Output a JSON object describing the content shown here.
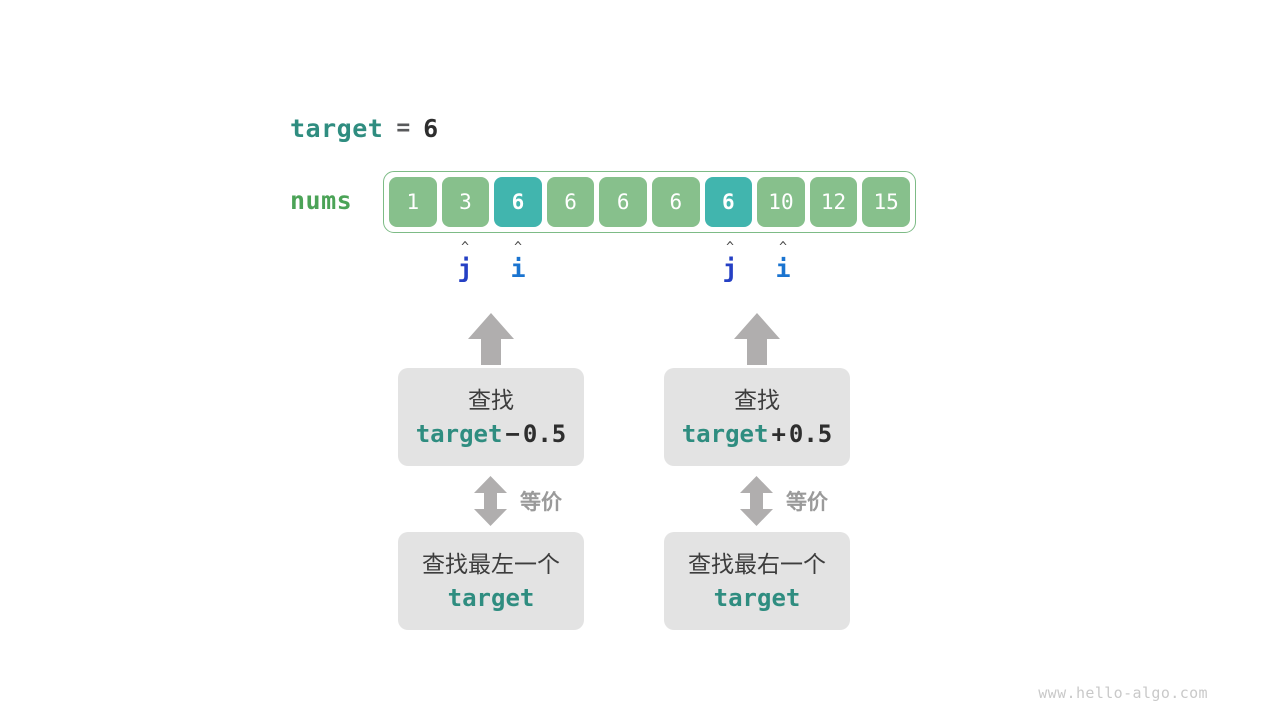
{
  "target_line": {
    "keyword": "target",
    "equals": "=",
    "value": "6"
  },
  "array": {
    "label": "nums",
    "values": [
      "1",
      "3",
      "6",
      "6",
      "6",
      "6",
      "6",
      "10",
      "12",
      "15"
    ],
    "highlighted_indices": [
      2,
      6
    ],
    "cell_color": "#87c08c",
    "highlight_color": "#41b5ae",
    "frame_border_color": "#7dbb86"
  },
  "pointers": [
    {
      "name": "j",
      "caret": "^",
      "index": 1,
      "color": "#2540c4"
    },
    {
      "name": "i",
      "caret": "^",
      "index": 2,
      "color": "#1a74d0"
    },
    {
      "name": "j",
      "caret": "^",
      "index": 6,
      "color": "#2540c4"
    },
    {
      "name": "i",
      "caret": "^",
      "index": 7,
      "color": "#1a74d0"
    }
  ],
  "columns": [
    {
      "top_box": {
        "title": "查找",
        "code_keyword": "target",
        "code_operator": "−",
        "code_value": "0.5"
      },
      "equivalence_label": "等价",
      "bottom_box": {
        "title": "查找最左一个",
        "code_keyword": "target"
      }
    },
    {
      "top_box": {
        "title": "查找",
        "code_keyword": "target",
        "code_operator": "+",
        "code_value": "0.5"
      },
      "equivalence_label": "等价",
      "bottom_box": {
        "title": "查找最右一个",
        "code_keyword": "target"
      }
    }
  ],
  "footer": {
    "watermark": "www.hello-algo.com"
  },
  "colors": {
    "teal": "#2f8d80",
    "green": "#4ba357",
    "gray_arrow": "#b0aeae",
    "box_bg": "#e3e3e3"
  }
}
